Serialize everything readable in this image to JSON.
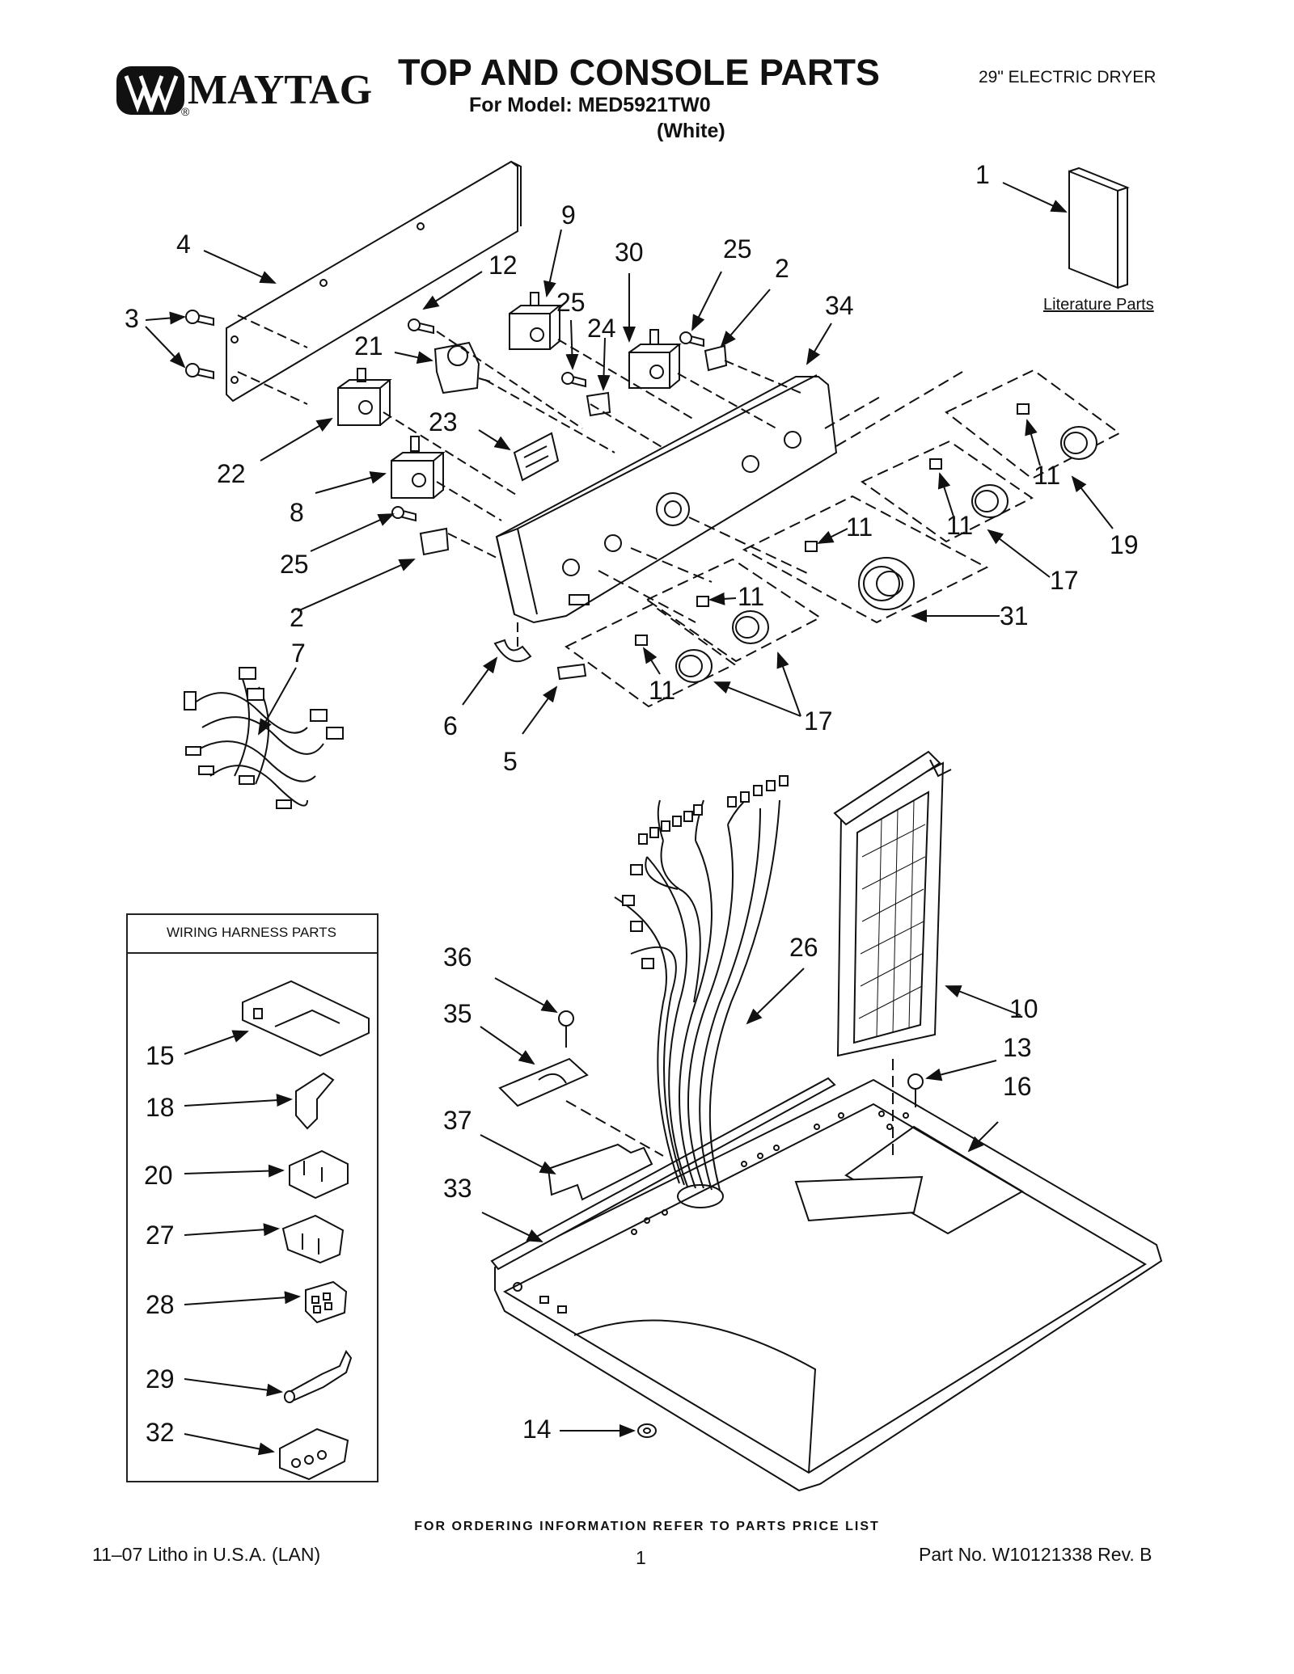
{
  "header": {
    "brand": "MAYTAG",
    "registered": "®",
    "title": "TOP AND CONSOLE PARTS",
    "model_line": "For Model: MED5921TW0",
    "color_note": "(White)",
    "product": "29\" ELECTRIC DRYER"
  },
  "literature": {
    "label": "Literature Parts"
  },
  "wiring_harness": {
    "title": "WIRING HARNESS PARTS"
  },
  "callouts": {
    "c1": "1",
    "c2": "2",
    "c2b": "2",
    "c3": "3",
    "c4": "4",
    "c5": "5",
    "c6": "6",
    "c7": "7",
    "c8": "8",
    "c9": "9",
    "c10": "10",
    "c11a": "11",
    "c11b": "11",
    "c11c": "11",
    "c11d": "11",
    "c11e": "11",
    "c12": "12",
    "c13": "13",
    "c14": "14",
    "c15": "15",
    "c16": "16",
    "c17a": "17",
    "c17b": "17",
    "c18": "18",
    "c19": "19",
    "c20": "20",
    "c21": "21",
    "c22": "22",
    "c23": "23",
    "c24": "24",
    "c25a": "25",
    "c25b": "25",
    "c25c": "25",
    "c26": "26",
    "c27": "27",
    "c28": "28",
    "c29": "29",
    "c30": "30",
    "c31": "31",
    "c32": "32",
    "c33": "33",
    "c34": "34",
    "c35": "35",
    "c36": "36",
    "c37": "37"
  },
  "footer": {
    "ordering_note": "FOR ORDERING INFORMATION REFER TO PARTS PRICE LIST",
    "litho": "11–07 Litho in U.S.A. (LAN)",
    "page": "1",
    "part_no": "Part No. W10121338 Rev. B"
  },
  "colors": {
    "ink": "#111111",
    "paper": "#ffffff",
    "dash": "#222222"
  }
}
